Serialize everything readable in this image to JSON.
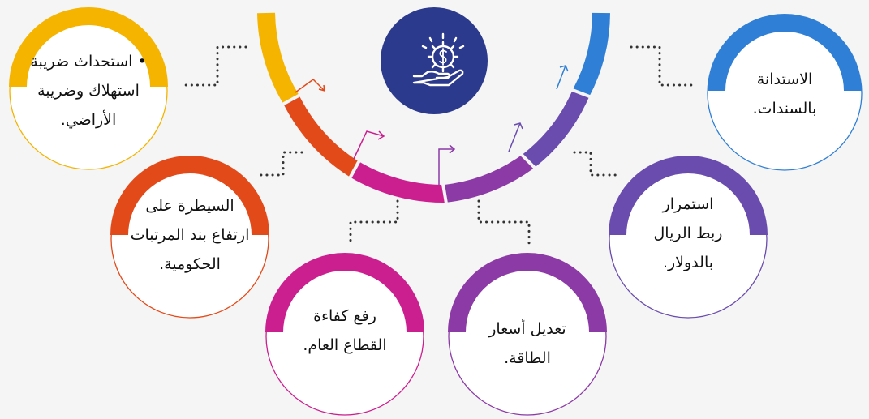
{
  "center": {
    "icon": "hand-holding-dollar-gear-icon",
    "color": "#2b3a8c"
  },
  "items": [
    {
      "id": "bonds",
      "color": "#2f7fd6",
      "lines": [
        "الاستدانة",
        "بالسندات."
      ]
    },
    {
      "id": "riyal",
      "color": "#6a4cae",
      "lines": [
        "استمرار",
        "ربط الريال",
        "بالدولار."
      ]
    },
    {
      "id": "energy",
      "color": "#8c3aa6",
      "lines": [
        "تعديل أسعار",
        "الطاقة."
      ]
    },
    {
      "id": "efficiency",
      "color": "#cc1f8f",
      "lines": [
        "رفع كفاءة",
        "القطاع العام."
      ]
    },
    {
      "id": "salaries",
      "color": "#e34a19",
      "lines": [
        "السيطرة على",
        "ارتفاع بند المرتبات",
        "الحكومية."
      ]
    },
    {
      "id": "taxes",
      "color": "#f4b400",
      "lines": [
        "• استحداث ضريبة",
        "استهلاك وضريبة",
        "الأراضي."
      ]
    }
  ]
}
